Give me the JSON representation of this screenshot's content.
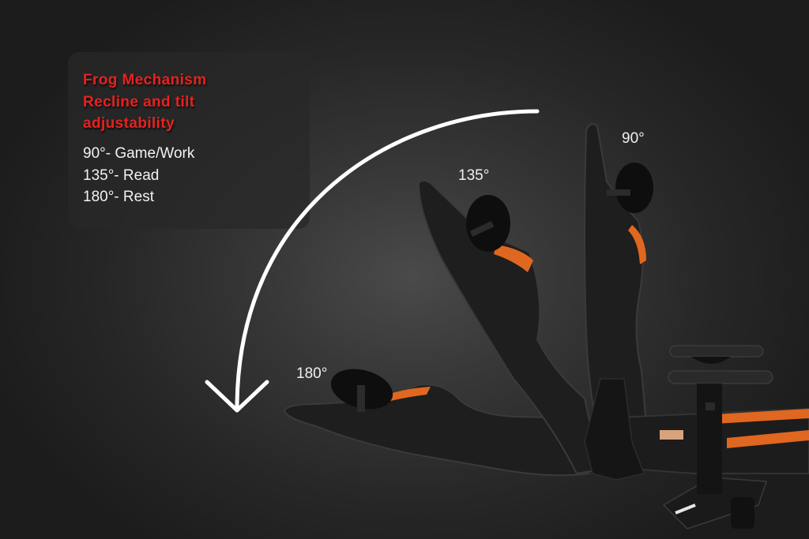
{
  "headline": {
    "lines": [
      "Frog Mechanism",
      "Recline and tilt",
      "adjustability"
    ],
    "color": "#e8211f"
  },
  "modes": [
    {
      "label": "90°- Game/Work"
    },
    {
      "label": "135°- Read"
    },
    {
      "label": "180°- Rest"
    }
  ],
  "angle_labels": {
    "a90": "90°",
    "a135": "135°",
    "a180": "180°"
  },
  "icons": {
    "arc_arrow": "curved-arrow-down-icon"
  },
  "colors": {
    "background": "#2a2a2a",
    "chair_body": "#1a1a1a",
    "chair_accent": "#e0671f",
    "arrow": "#ffffff"
  }
}
